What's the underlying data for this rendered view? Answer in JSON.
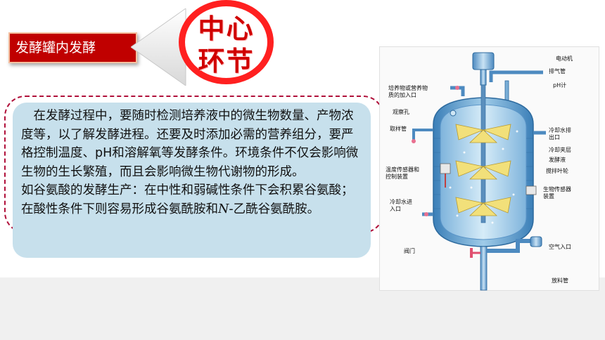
{
  "header": {
    "title": "发酵罐内发酵",
    "badge_line1": "中心",
    "badge_line2": "环节"
  },
  "body": {
    "paragraph": "在发酵过程中，要随时检测培养液中的微生物数量、产物浓度等，以了解发酵进程。还要及时添加必需的营养组分，要严格控制温度、pH和溶解氧等发酵条件。环境条件不仅会影响微生物的生长繁殖，而且会影响微生物代谢物的形成。",
    "example_prefix": "如谷氨酸的发酵生产：在中性和弱碱性条件下会积累谷氨酸；在酸性条件下则容易形成谷氨酰胺和",
    "example_italic": "N",
    "example_suffix": "-乙酰谷氨酰胺。"
  },
  "figure": {
    "labels": {
      "motor": "电动机",
      "exhaust": "排气管",
      "ph_meter": "pH计",
      "feed": "培养物或营养物\n质的加入口",
      "viewport": "观察孔",
      "sampling": "取样管",
      "coolant_out": "冷却水排\n出口",
      "jacket": "冷却夹层",
      "broth": "发酵液",
      "temp_sensor": "温度传感器和\n控制装置",
      "impeller": "搅拌叶轮",
      "coolant_in": "冷却水进\n入口",
      "bio_sensor": "生物传感器\n装置",
      "valve": "阀门",
      "air_inlet": "空气入口",
      "discharge": "放料管"
    }
  }
}
